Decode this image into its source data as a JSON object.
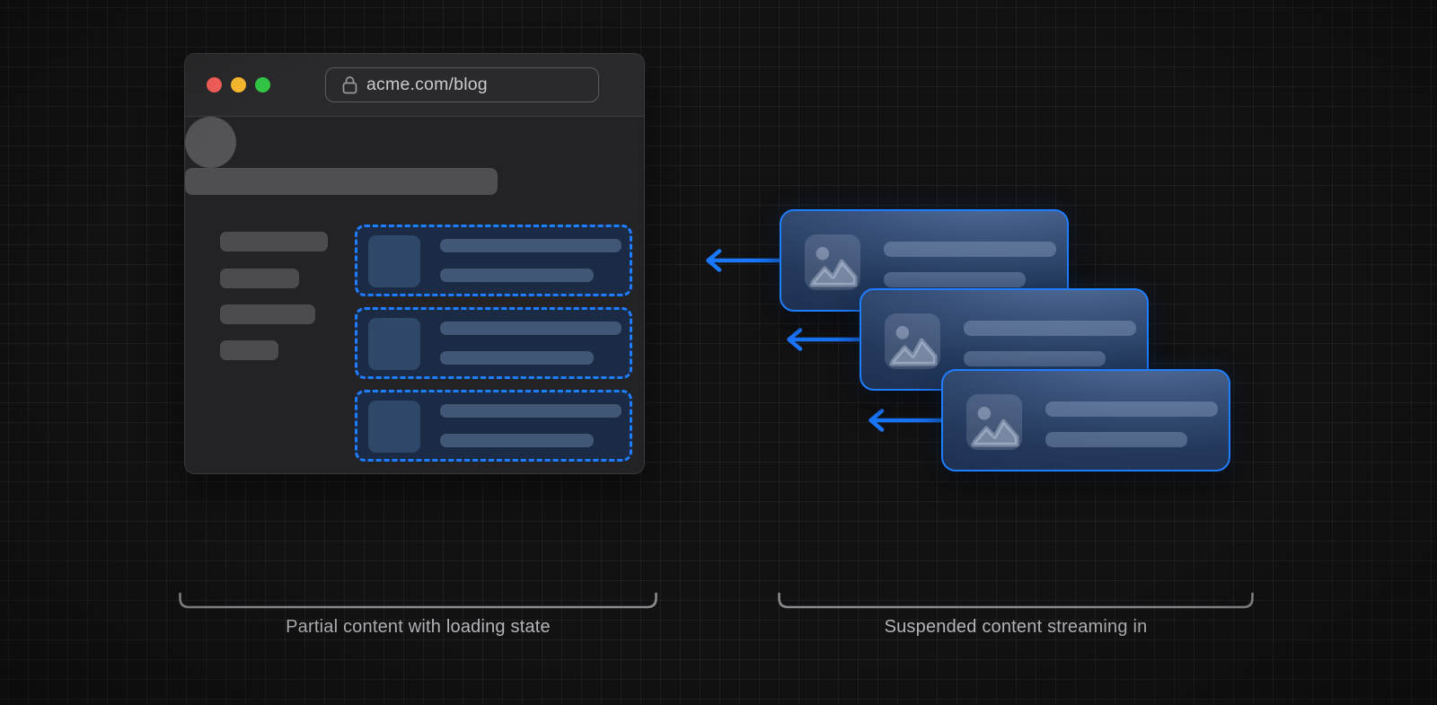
{
  "diagram": {
    "browser": {
      "url": "acme.com/blog",
      "window_controls": [
        {
          "name": "close",
          "color": "#f7605b"
        },
        {
          "name": "minimize",
          "color": "#fbbc2f"
        },
        {
          "name": "zoom",
          "color": "#32c845"
        }
      ],
      "loading_cards_count": 3,
      "sidebar_skeleton_count": 4
    },
    "streaming_cards_count": 3,
    "captions": {
      "left": "Partial content with loading state",
      "right": "Suspended content streaming in"
    },
    "colors": {
      "accent_blue": "#1f7dff",
      "traffic_red": "#f7605b",
      "traffic_yellow": "#fbbc2f",
      "traffic_green": "#32c845",
      "url_text": "#c9cbce",
      "caption_text": "#b3b5b9",
      "bracket_stroke": "#8a8b8f"
    },
    "icons": [
      "lock-icon",
      "image-icon",
      "arrow-left-icon"
    ]
  }
}
